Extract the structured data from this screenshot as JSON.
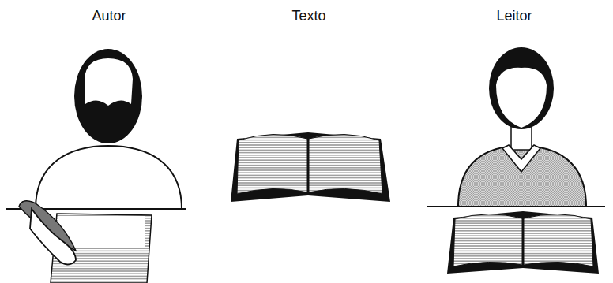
{
  "diagram": {
    "labels": [
      "Autor",
      "Texto",
      "Leitor"
    ]
  }
}
